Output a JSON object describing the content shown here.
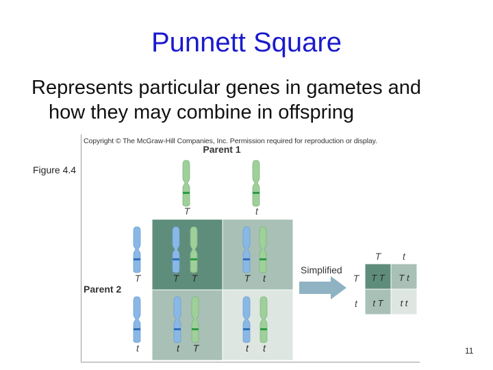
{
  "slide": {
    "title": "Punnett Square",
    "subtitle_line1": "Represents particular genes in gametes and",
    "subtitle_line2": "how they may combine in offspring",
    "figure_label": "Figure 4.4",
    "page_number": "11"
  },
  "figure": {
    "copyright": "Copyright © The McGraw-Hill Companies, Inc. Permission required for reproduction or display.",
    "parent1_label": "Parent 1",
    "parent2_label": "Parent 2",
    "parent1_alleles": [
      "T",
      "t"
    ],
    "parent2_alleles": [
      "T",
      "t"
    ],
    "cells": [
      [
        "T",
        "T"
      ],
      [
        "T",
        "t"
      ],
      [
        "t",
        "T"
      ],
      [
        "t",
        "t"
      ]
    ],
    "simplified_label": "Simplified",
    "simplified": {
      "col_headers": [
        "T",
        "t"
      ],
      "row_headers": [
        "T",
        "t"
      ],
      "cells": [
        "T T",
        "T t",
        "t T",
        "t t"
      ]
    },
    "colors": {
      "blue_chromosome": "#8ab8e6",
      "green_chromosome": "#9fcf9a",
      "cell_dark": "#5f8d7c",
      "cell_mid": "#a8c0b6",
      "cell_light": "#dde6e1",
      "arrow": "#8fb3c3"
    }
  }
}
